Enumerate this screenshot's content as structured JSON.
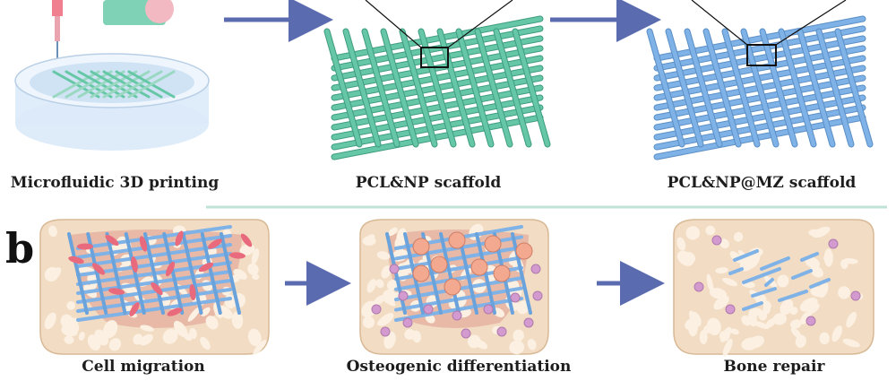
{
  "panel_b_label": "b",
  "top_row": {
    "steps": [
      {
        "label": "Microfluidic 3D printing"
      },
      {
        "label": "PCL&NP scaffold"
      },
      {
        "label": "PCL&NP@MZ scaffold"
      }
    ]
  },
  "bottom_row": {
    "steps": [
      {
        "label": "Cell migration"
      },
      {
        "label": "Osteogenic differentiation"
      },
      {
        "label": "Bone repair"
      }
    ]
  },
  "colors": {
    "arrow": "#5b6bb0",
    "scaffold_green": "#66c7a6",
    "scaffold_blue": "#7fb2e6",
    "divider": "#bfe3d6",
    "bone": "#f2dcc4",
    "bone_pore": "#fbf0e2",
    "cell": "#e86a7c",
    "particle": "#d39ad0",
    "large_cell": "#f2a98f"
  },
  "icons": [
    "syringe-icon",
    "petri-dish-icon",
    "zoom-box-icon",
    "arrow-right-icon"
  ]
}
